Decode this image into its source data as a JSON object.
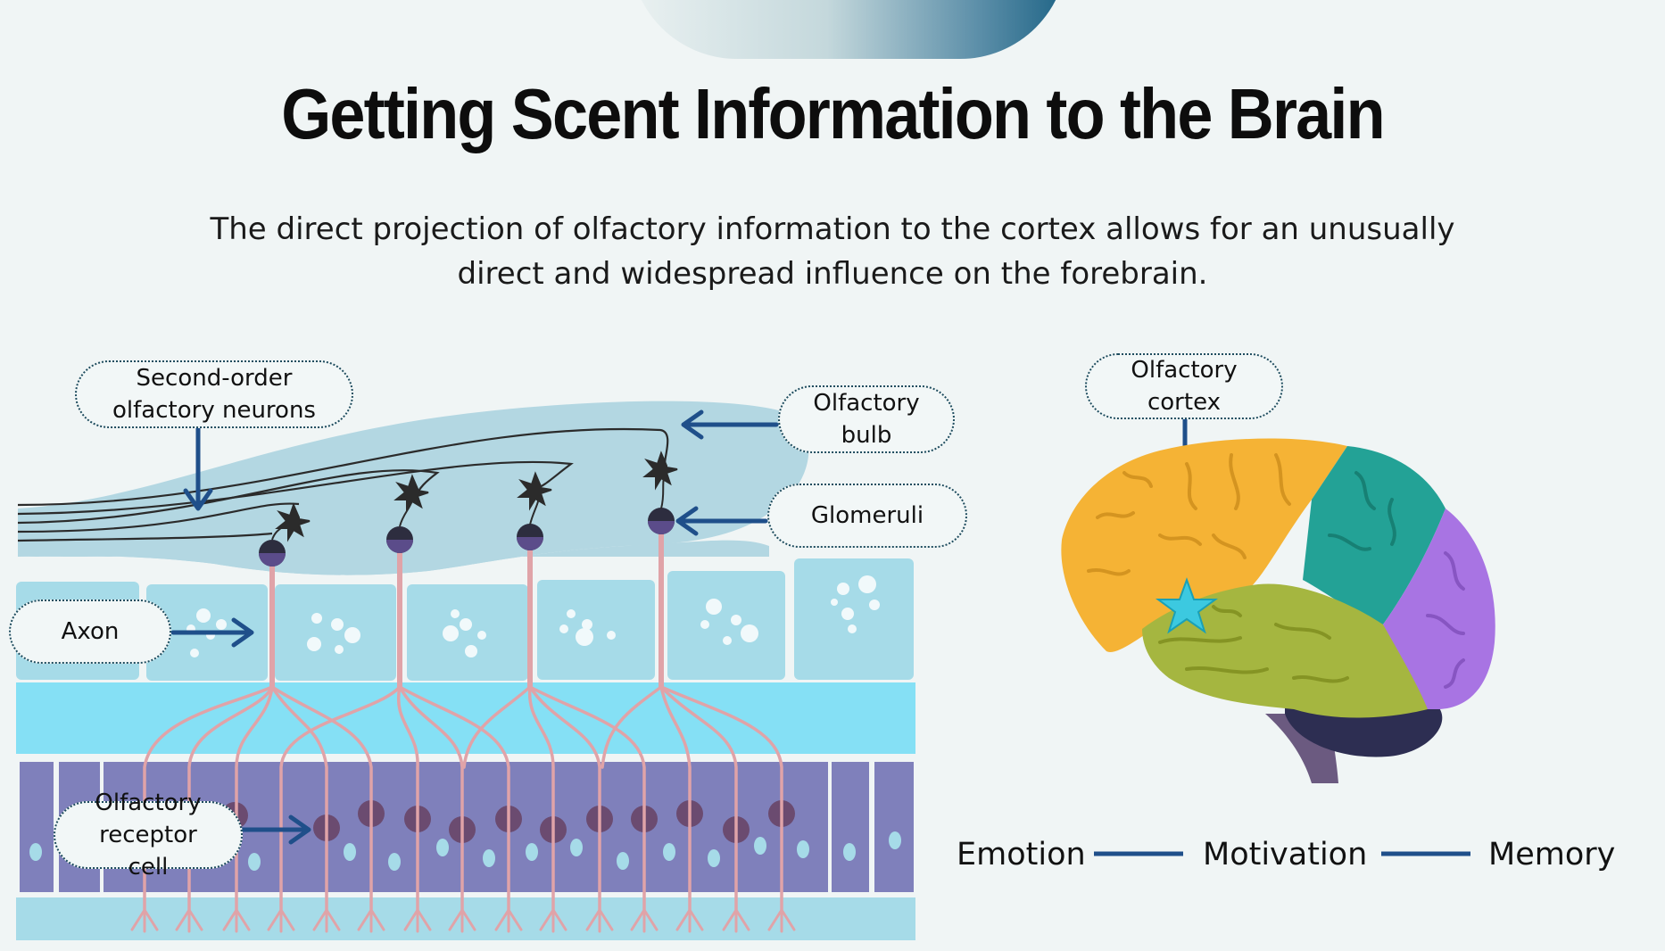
{
  "title": "Getting Scent Information to the Brain",
  "subtitle": "The direct projection of olfactory information to the cortex allows for an unusually direct and widespread influence on the forebrain.",
  "labels": {
    "second_order": "Second-order olfactory neurons",
    "olfactory_bulb": "Olfactory bulb",
    "glomeruli": "Glomeruli",
    "axon": "Axon",
    "receptor_cell": "Olfactory receptor cell",
    "olfactory_cortex": "Olfactory cortex"
  },
  "pathway": {
    "step1": "Emotion",
    "step2": "Motivation",
    "step3": "Memory"
  },
  "colors": {
    "arrow": "#1f4f8a",
    "bulb": "#b3d7e2",
    "epithelium": "#7f80bb",
    "mucus": "#85e0f5",
    "axon": "#e0a3a8",
    "frontal_lobe": "#f5b335",
    "parietal_lobe": "#23a296",
    "occipital_lobe": "#a874e3",
    "temporal_lobe": "#a5b640",
    "star": "#3cc9e0"
  }
}
